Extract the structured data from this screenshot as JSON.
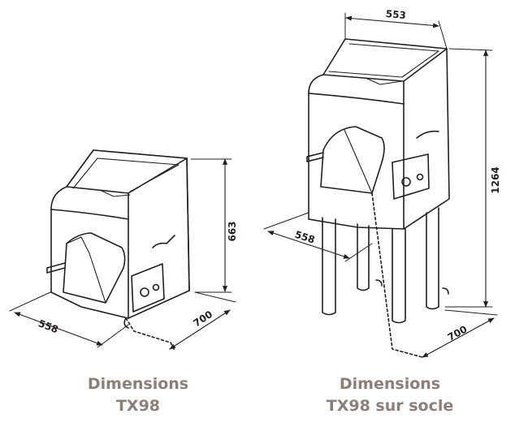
{
  "colors": {
    "line": "#231f20",
    "caption": "#8c7f7a",
    "background": "#ffffff"
  },
  "left_machine": {
    "dim_depth": "558",
    "dim_width": "700",
    "dim_height": "663",
    "caption_line1": "Dimensions",
    "caption_line2": "TX98"
  },
  "right_machine": {
    "dim_top": "553",
    "dim_depth": "558",
    "dim_width": "700",
    "dim_height": "1264",
    "caption_line1": "Dimensions",
    "caption_line2": "TX98 sur socle"
  }
}
